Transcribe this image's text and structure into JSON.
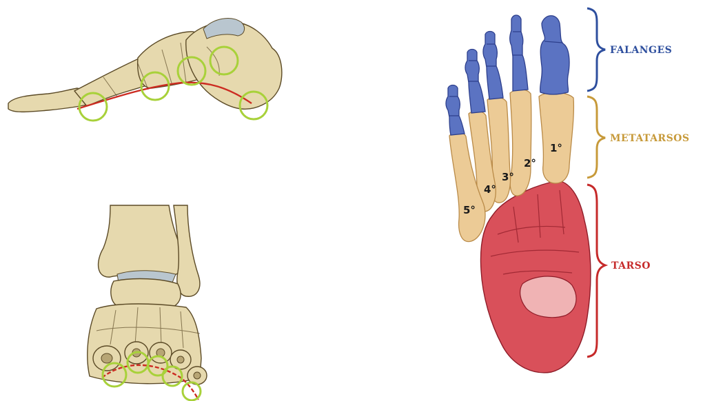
{
  "labels": {
    "phalanges": "FALANGES",
    "metatarsals": "METATARSOS",
    "tarsus": "TARSO"
  },
  "metatarsal_numbers": {
    "m1": "1°",
    "m2": "2°",
    "m3": "3°",
    "m4": "4°",
    "m5": "5°"
  },
  "colors": {
    "bone": "#e6d9ae",
    "bone_shadow": "#b7a575",
    "bone_outline": "#5b4a26",
    "phalanges": "#5b73c2",
    "phalanges_dark": "#2d3f8c",
    "metatarsals": "#eccb96",
    "metatarsals_dark": "#b98a47",
    "tarsus": "#d9505a",
    "tarsus_dark": "#8e1c28",
    "cartilage": "#b9c6cf",
    "arch_line": "#cc2b21",
    "highlight_circle": "#a8d13a",
    "label_phalanges": "#2e4f9e",
    "label_metatarsals": "#c79a3a",
    "label_tarsus": "#c62a2a"
  }
}
